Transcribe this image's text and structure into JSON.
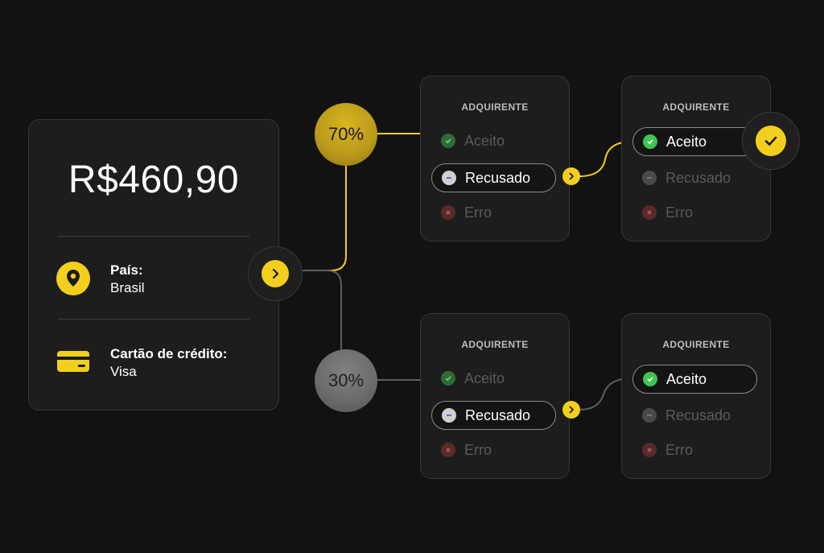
{
  "summary": {
    "amount": "R$460,90",
    "country_label": "País:",
    "country_value": "Brasil",
    "payment_label": "Cartão de crédito:",
    "payment_value": "Visa"
  },
  "split": {
    "top_pct": "70%",
    "bottom_pct": "30%"
  },
  "acquirers": [
    {
      "title": "ADQUIRENTE",
      "accepted": "Aceito",
      "refused": "Recusado",
      "error": "Erro",
      "active": "refused"
    },
    {
      "title": "ADQUIRENTE",
      "accepted": "Aceito",
      "refused": "Recusado",
      "error": "Erro",
      "active": "accepted"
    },
    {
      "title": "ADQUIRENTE",
      "accepted": "Aceito",
      "refused": "Recusado",
      "error": "Erro",
      "active": "refused"
    },
    {
      "title": "ADQUIRENTE",
      "accepted": "Aceito",
      "refused": "Recusado",
      "error": "Erro",
      "active": "accepted"
    }
  ],
  "colors": {
    "accent": "#f2cf1d",
    "background": "#121212",
    "card": "#1d1d1d",
    "success": "#3fc552",
    "error": "#c0392b",
    "neutral_line": "#5e5e5e"
  },
  "icons": {
    "location": "location-pin-icon",
    "card": "credit-card-icon",
    "next": "chevron-right-icon",
    "success": "check-icon"
  }
}
